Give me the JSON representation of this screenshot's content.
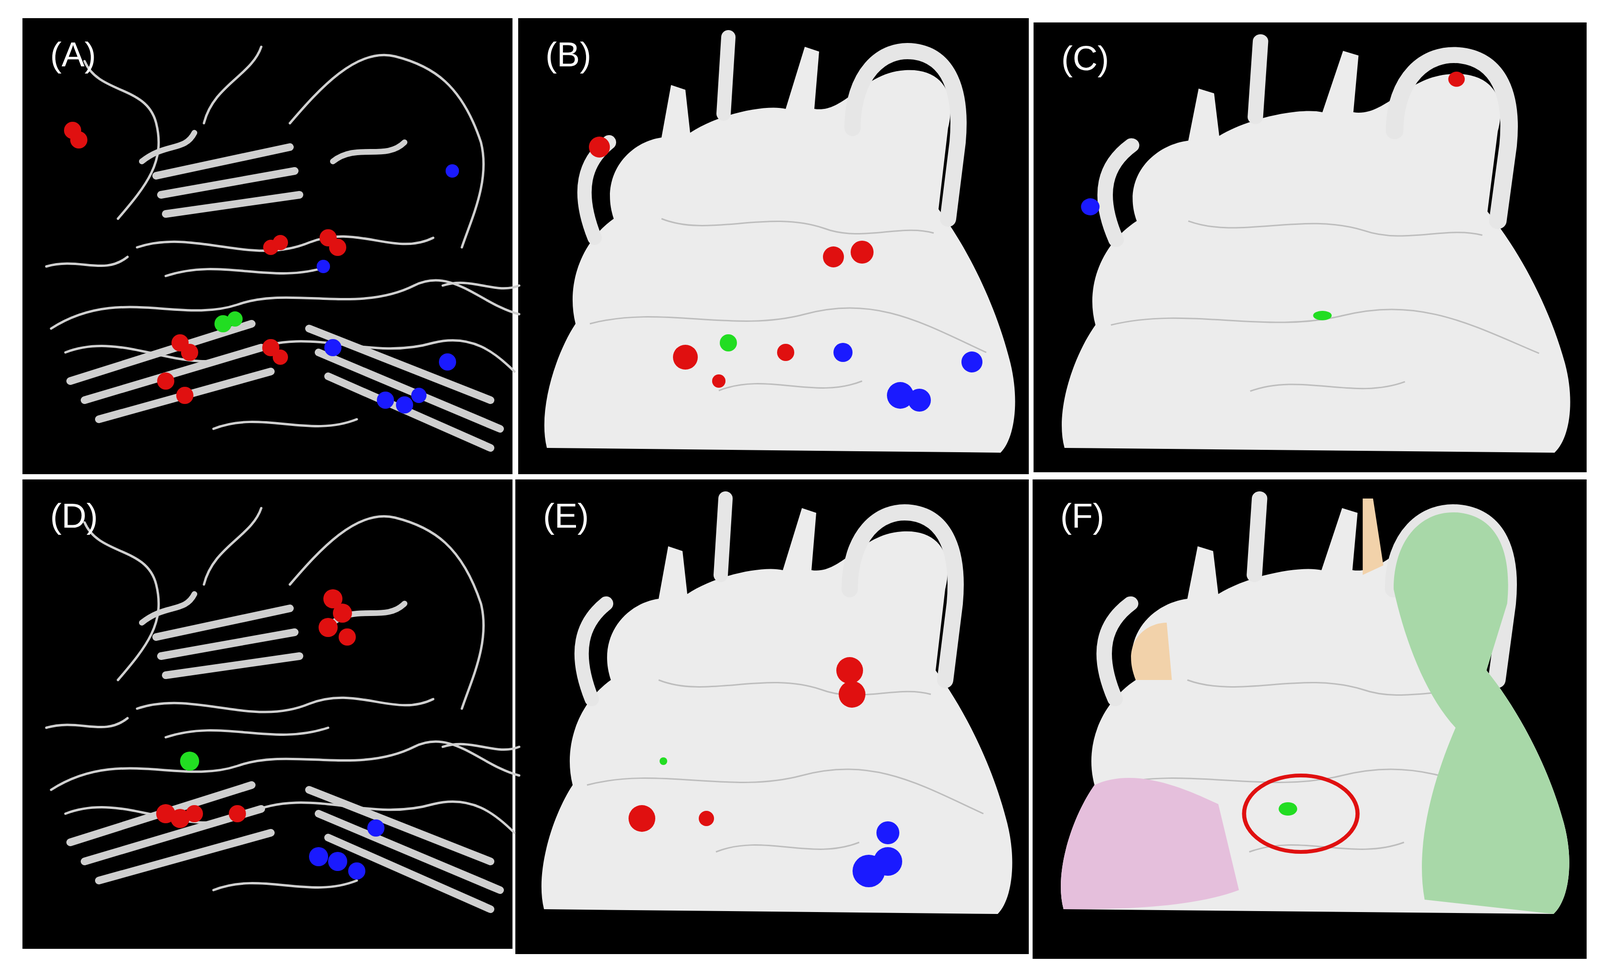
{
  "diagram": {
    "labels": [
      "(A)",
      "(B)",
      "(C)",
      "(D)",
      "(E)",
      "(F)"
    ]
  }
}
